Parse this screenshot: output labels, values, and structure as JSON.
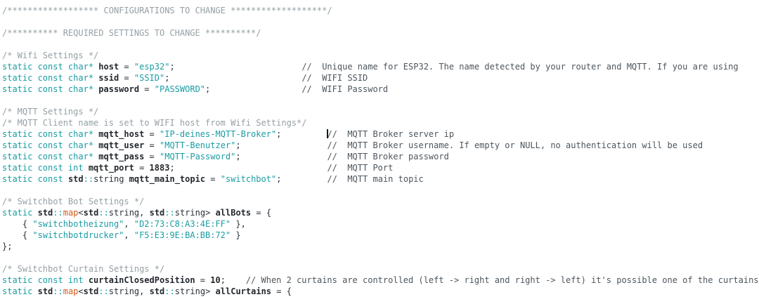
{
  "editor": {
    "colors": {
      "background": "#ffffff",
      "keyword": "#1a9ca3",
      "string": "#1a9ca3",
      "identifier": "#24292e",
      "number": "#24292e",
      "plain": "#2b3238",
      "comment_block": "#95a0a5",
      "comment_line": "#4c565e",
      "type_orange": "#d35a1e",
      "cursor": "#15181b"
    },
    "lines": [
      {
        "tokens": [
          {
            "s": "cb",
            "t": "/****************** CONFIGURATIONS TO CHANGE *******************/"
          }
        ]
      },
      {
        "tokens": []
      },
      {
        "tokens": [
          {
            "s": "cb",
            "t": "/********** REQUIRED SETTINGS TO CHANGE **********/"
          }
        ]
      },
      {
        "tokens": []
      },
      {
        "tokens": [
          {
            "s": "cb",
            "t": "/* Wifi Settings */"
          }
        ]
      },
      {
        "tokens": [
          {
            "s": "kw",
            "t": "static const char*"
          },
          {
            "s": "pl",
            "t": " "
          },
          {
            "s": "id",
            "t": "host"
          },
          {
            "s": "pl",
            "t": " = "
          },
          {
            "s": "str",
            "t": "\"esp32\""
          },
          {
            "s": "pl",
            "t": ";"
          },
          {
            "s": "ws",
            "t": "                         "
          },
          {
            "s": "cl",
            "t": "//  Unique name for ESP32. The name detected by your router and MQTT. If you are using"
          }
        ]
      },
      {
        "tokens": [
          {
            "s": "kw",
            "t": "static const char*"
          },
          {
            "s": "pl",
            "t": " "
          },
          {
            "s": "id",
            "t": "ssid"
          },
          {
            "s": "pl",
            "t": " = "
          },
          {
            "s": "str",
            "t": "\"SSID\""
          },
          {
            "s": "pl",
            "t": ";"
          },
          {
            "s": "ws",
            "t": "                          "
          },
          {
            "s": "cl",
            "t": "//  WIFI SSID"
          }
        ]
      },
      {
        "tokens": [
          {
            "s": "kw",
            "t": "static const char*"
          },
          {
            "s": "pl",
            "t": " "
          },
          {
            "s": "id",
            "t": "password"
          },
          {
            "s": "pl",
            "t": " = "
          },
          {
            "s": "str",
            "t": "\"PASSWORD\""
          },
          {
            "s": "pl",
            "t": ";"
          },
          {
            "s": "ws",
            "t": "                  "
          },
          {
            "s": "cl",
            "t": "//  WIFI Password"
          }
        ]
      },
      {
        "tokens": []
      },
      {
        "tokens": [
          {
            "s": "cb",
            "t": "/* MQTT Settings */"
          }
        ]
      },
      {
        "tokens": [
          {
            "s": "cb",
            "t": "/* MQTT Client name is set to WIFI host from Wifi Settings*/"
          }
        ]
      },
      {
        "tokens": [
          {
            "s": "kw",
            "t": "static const char*"
          },
          {
            "s": "pl",
            "t": " "
          },
          {
            "s": "id",
            "t": "mqtt_host"
          },
          {
            "s": "pl",
            "t": " = "
          },
          {
            "s": "str",
            "t": "\"IP-deines-MQTT-Broker\""
          },
          {
            "s": "pl",
            "t": ";"
          },
          {
            "s": "ws",
            "t": "         "
          },
          {
            "s": "cursor",
            "t": ""
          },
          {
            "s": "cl",
            "t": "//  MQTT Broker server ip"
          }
        ]
      },
      {
        "tokens": [
          {
            "s": "kw",
            "t": "static const char*"
          },
          {
            "s": "pl",
            "t": " "
          },
          {
            "s": "id",
            "t": "mqtt_user"
          },
          {
            "s": "pl",
            "t": " = "
          },
          {
            "s": "str",
            "t": "\"MQTT-Benutzer\""
          },
          {
            "s": "pl",
            "t": ";"
          },
          {
            "s": "ws",
            "t": "                 "
          },
          {
            "s": "cl",
            "t": "//  MQTT Broker username. If empty or NULL, no authentication will be used"
          }
        ]
      },
      {
        "tokens": [
          {
            "s": "kw",
            "t": "static const char*"
          },
          {
            "s": "pl",
            "t": " "
          },
          {
            "s": "id",
            "t": "mqtt_pass"
          },
          {
            "s": "pl",
            "t": " = "
          },
          {
            "s": "str",
            "t": "\"MQTT-Password\""
          },
          {
            "s": "pl",
            "t": ";"
          },
          {
            "s": "ws",
            "t": "                 "
          },
          {
            "s": "cl",
            "t": "//  MQTT Broker password"
          }
        ]
      },
      {
        "tokens": [
          {
            "s": "kw",
            "t": "static const int"
          },
          {
            "s": "pl",
            "t": " "
          },
          {
            "s": "id",
            "t": "mqtt_port"
          },
          {
            "s": "pl",
            "t": " = "
          },
          {
            "s": "num",
            "t": "1883"
          },
          {
            "s": "pl",
            "t": ";"
          },
          {
            "s": "ws",
            "t": "                              "
          },
          {
            "s": "cl",
            "t": "//  MQTT Port"
          }
        ]
      },
      {
        "tokens": [
          {
            "s": "kw",
            "t": "static const"
          },
          {
            "s": "pl",
            "t": " "
          },
          {
            "s": "id",
            "t": "std"
          },
          {
            "s": "kw",
            "t": "::"
          },
          {
            "s": "pl",
            "t": "string"
          },
          {
            "s": "pl",
            "t": " "
          },
          {
            "s": "id",
            "t": "mqtt_main_topic"
          },
          {
            "s": "pl",
            "t": " = "
          },
          {
            "s": "str",
            "t": "\"switchbot\""
          },
          {
            "s": "pl",
            "t": ";"
          },
          {
            "s": "ws",
            "t": "         "
          },
          {
            "s": "cl",
            "t": "//  MQTT main topic"
          }
        ]
      },
      {
        "tokens": []
      },
      {
        "tokens": [
          {
            "s": "cb",
            "t": "/* Switchbot Bot Settings */"
          }
        ]
      },
      {
        "tokens": [
          {
            "s": "kw",
            "t": "static"
          },
          {
            "s": "pl",
            "t": " "
          },
          {
            "s": "id",
            "t": "std"
          },
          {
            "s": "kw",
            "t": "::"
          },
          {
            "s": "or",
            "t": "map"
          },
          {
            "s": "pl",
            "t": "<"
          },
          {
            "s": "id",
            "t": "std"
          },
          {
            "s": "kw",
            "t": "::"
          },
          {
            "s": "pl",
            "t": "string"
          },
          {
            "s": "pl",
            "t": ", "
          },
          {
            "s": "id",
            "t": "std"
          },
          {
            "s": "kw",
            "t": "::"
          },
          {
            "s": "pl",
            "t": "string"
          },
          {
            "s": "pl",
            "t": "> "
          },
          {
            "s": "id",
            "t": "allBots"
          },
          {
            "s": "pl",
            "t": " = {"
          }
        ]
      },
      {
        "tokens": [
          {
            "s": "pl",
            "t": "    { "
          },
          {
            "s": "str",
            "t": "\"switchbotheizung\""
          },
          {
            "s": "pl",
            "t": ", "
          },
          {
            "s": "str",
            "t": "\"D2:73:C8:A3:4E:FF\""
          },
          {
            "s": "pl",
            "t": " },"
          }
        ]
      },
      {
        "tokens": [
          {
            "s": "pl",
            "t": "    { "
          },
          {
            "s": "str",
            "t": "\"switchbotdrucker\""
          },
          {
            "s": "pl",
            "t": ", "
          },
          {
            "s": "str",
            "t": "\"F5:E3:9E:BA:BB:72\""
          },
          {
            "s": "pl",
            "t": " }"
          }
        ]
      },
      {
        "tokens": [
          {
            "s": "pl",
            "t": "};"
          }
        ]
      },
      {
        "tokens": []
      },
      {
        "tokens": [
          {
            "s": "cb",
            "t": "/* Switchbot Curtain Settings */"
          }
        ]
      },
      {
        "tokens": [
          {
            "s": "kw",
            "t": "static const int"
          },
          {
            "s": "pl",
            "t": " "
          },
          {
            "s": "id",
            "t": "curtainClosedPosition"
          },
          {
            "s": "pl",
            "t": " = "
          },
          {
            "s": "num",
            "t": "10"
          },
          {
            "s": "pl",
            "t": ";"
          },
          {
            "s": "ws",
            "t": "    "
          },
          {
            "s": "cl",
            "t": "// When 2 curtains are controlled (left -> right and right -> left) it's possible one of the curtains"
          }
        ]
      },
      {
        "tokens": [
          {
            "s": "kw",
            "t": "static"
          },
          {
            "s": "pl",
            "t": " "
          },
          {
            "s": "id",
            "t": "std"
          },
          {
            "s": "kw",
            "t": "::"
          },
          {
            "s": "or",
            "t": "map"
          },
          {
            "s": "pl",
            "t": "<"
          },
          {
            "s": "id",
            "t": "std"
          },
          {
            "s": "kw",
            "t": "::"
          },
          {
            "s": "pl",
            "t": "string"
          },
          {
            "s": "pl",
            "t": ", "
          },
          {
            "s": "id",
            "t": "std"
          },
          {
            "s": "kw",
            "t": "::"
          },
          {
            "s": "pl",
            "t": "string"
          },
          {
            "s": "pl",
            "t": "> "
          },
          {
            "s": "id",
            "t": "allCurtains"
          },
          {
            "s": "pl",
            "t": " = {"
          }
        ]
      }
    ]
  }
}
